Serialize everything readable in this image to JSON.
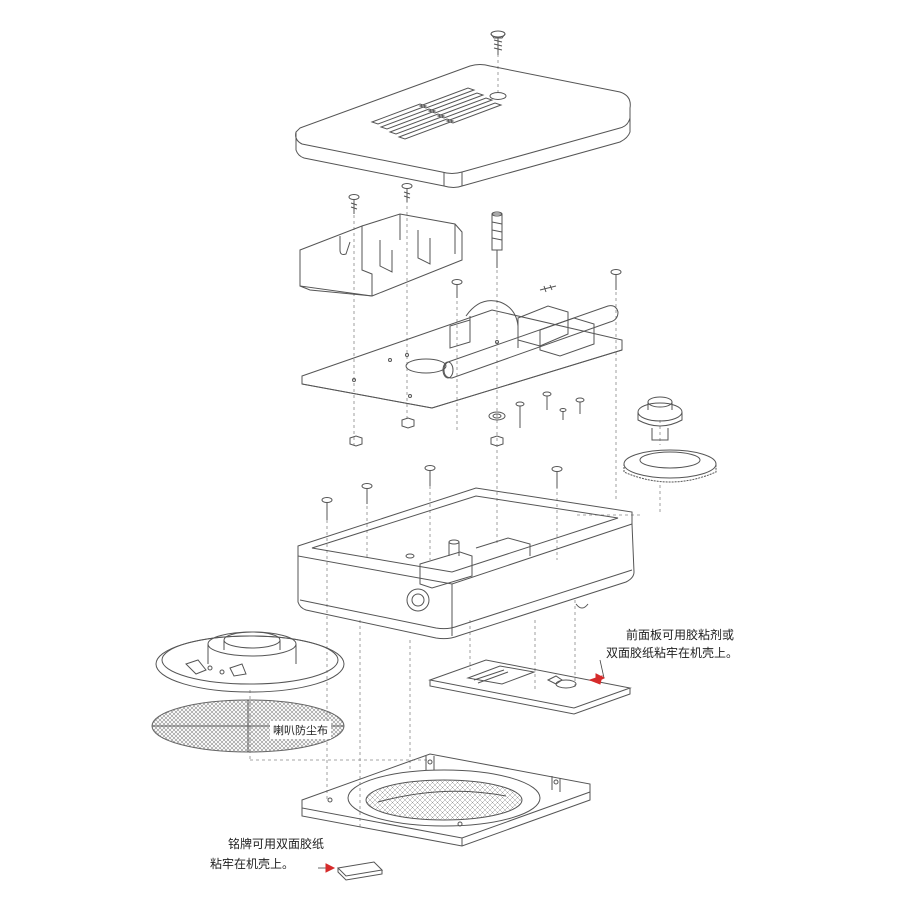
{
  "annotations": {
    "front_panel": {
      "line1": "前面板可用胶粘剂或",
      "line2": "双面胶纸粘牢在机壳上。"
    },
    "speaker_cloth": {
      "label": "喇叭防尘布"
    },
    "nameplate": {
      "line1": "铭牌可用双面胶纸",
      "line2": "粘牢在机壳上。"
    }
  },
  "colors": {
    "line": "#555555",
    "accent": "#d62b2b",
    "mesh": "#8a8a8a"
  }
}
